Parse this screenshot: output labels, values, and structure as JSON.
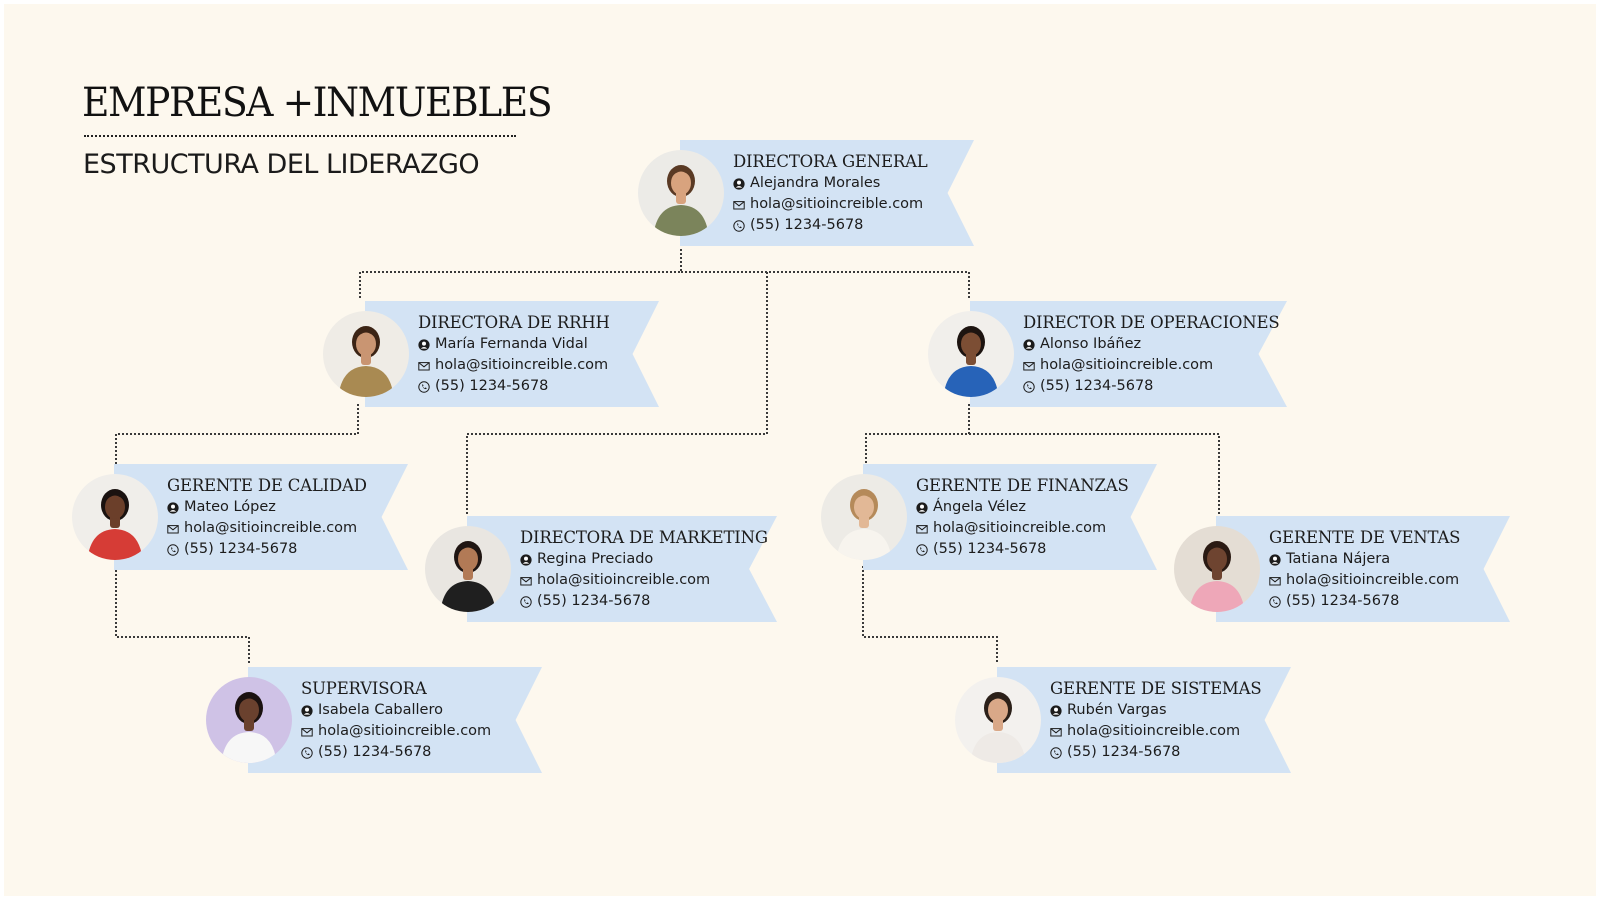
{
  "header": {
    "title": "EMPRESA +INMUEBLES",
    "subtitle": "ESTRUCTURA DEL LIDERAZGO"
  },
  "colors": {
    "background": "#fdf8ee",
    "banner": "#d3e3f4",
    "text": "#1c1c1c"
  },
  "people": [
    {
      "id": "directora-general",
      "role": "DIRECTORA GENERAL",
      "name": "Alejandra Morales",
      "email": "hola@sitioincreible.com",
      "phone": "(55) 1234-5678",
      "photo": {
        "bg": "#ecebe7",
        "skin": "#d8a37e",
        "hair": "#5a3a24",
        "top": "#7b845b"
      }
    },
    {
      "id": "directora-rrhh",
      "role": "DIRECTORA DE RRHH",
      "name": "María Fernanda Vidal",
      "email": "hola@sitioincreible.com",
      "phone": "(55) 1234-5678",
      "photo": {
        "bg": "#efece6",
        "skin": "#c99572",
        "hair": "#3c2415",
        "top": "#a98a52"
      }
    },
    {
      "id": "director-operaciones",
      "role": "DIRECTOR DE OPERACIONES",
      "name": "Alonso Ibáñez",
      "email": "hola@sitioincreible.com",
      "phone": "(55) 1234-5678",
      "photo": {
        "bg": "#f1efeb",
        "skin": "#7c4e34",
        "hair": "#1d1410",
        "top": "#2763b8"
      }
    },
    {
      "id": "gerente-calidad",
      "role": "GERENTE DE CALIDAD",
      "name": "Mateo López",
      "email": "hola@sitioincreible.com",
      "phone": "(55) 1234-5678",
      "photo": {
        "bg": "#f0eeea",
        "skin": "#6b3f2a",
        "hair": "#1a1210",
        "top": "#d63c36"
      }
    },
    {
      "id": "directora-marketing",
      "role": "DIRECTORA DE MARKETING",
      "name": "Regina Preciado",
      "email": "hola@sitioincreible.com",
      "phone": "(55) 1234-5678",
      "photo": {
        "bg": "#e9e6e1",
        "skin": "#b27a56",
        "hair": "#201613",
        "top": "#1f1f1f"
      }
    },
    {
      "id": "gerente-finanzas",
      "role": "GERENTE DE FINANZAS",
      "name": "Ángela Vélez",
      "email": "hola@sitioincreible.com",
      "phone": "(55) 1234-5678",
      "photo": {
        "bg": "#edebe6",
        "skin": "#e2b896",
        "hair": "#b58a5a",
        "top": "#f7f4ee"
      }
    },
    {
      "id": "gerente-ventas",
      "role": "GERENTE DE VENTAS",
      "name": "Tatiana Nájera",
      "email": "hola@sitioincreible.com",
      "phone": "(55) 1234-5678",
      "photo": {
        "bg": "#e4ddd4",
        "skin": "#6e4430",
        "hair": "#2a1a13",
        "top": "#eea7b8"
      }
    },
    {
      "id": "supervisora",
      "role": "SUPERVISORA",
      "name": "Isabela Caballero",
      "email": "hola@sitioincreible.com",
      "phone": "(55) 1234-5678",
      "photo": {
        "bg": "#cfc2e6",
        "skin": "#6a412e",
        "hair": "#1b1210",
        "top": "#f7f7f7"
      }
    },
    {
      "id": "gerente-sistemas",
      "role": "GERENTE DE SISTEMAS",
      "name": "Rubén Vargas",
      "email": "hola@sitioincreible.com",
      "phone": "(55) 1234-5678",
      "photo": {
        "bg": "#f3f1ee",
        "skin": "#d9a888",
        "hair": "#2b2019",
        "top": "#eeeae6"
      }
    }
  ]
}
